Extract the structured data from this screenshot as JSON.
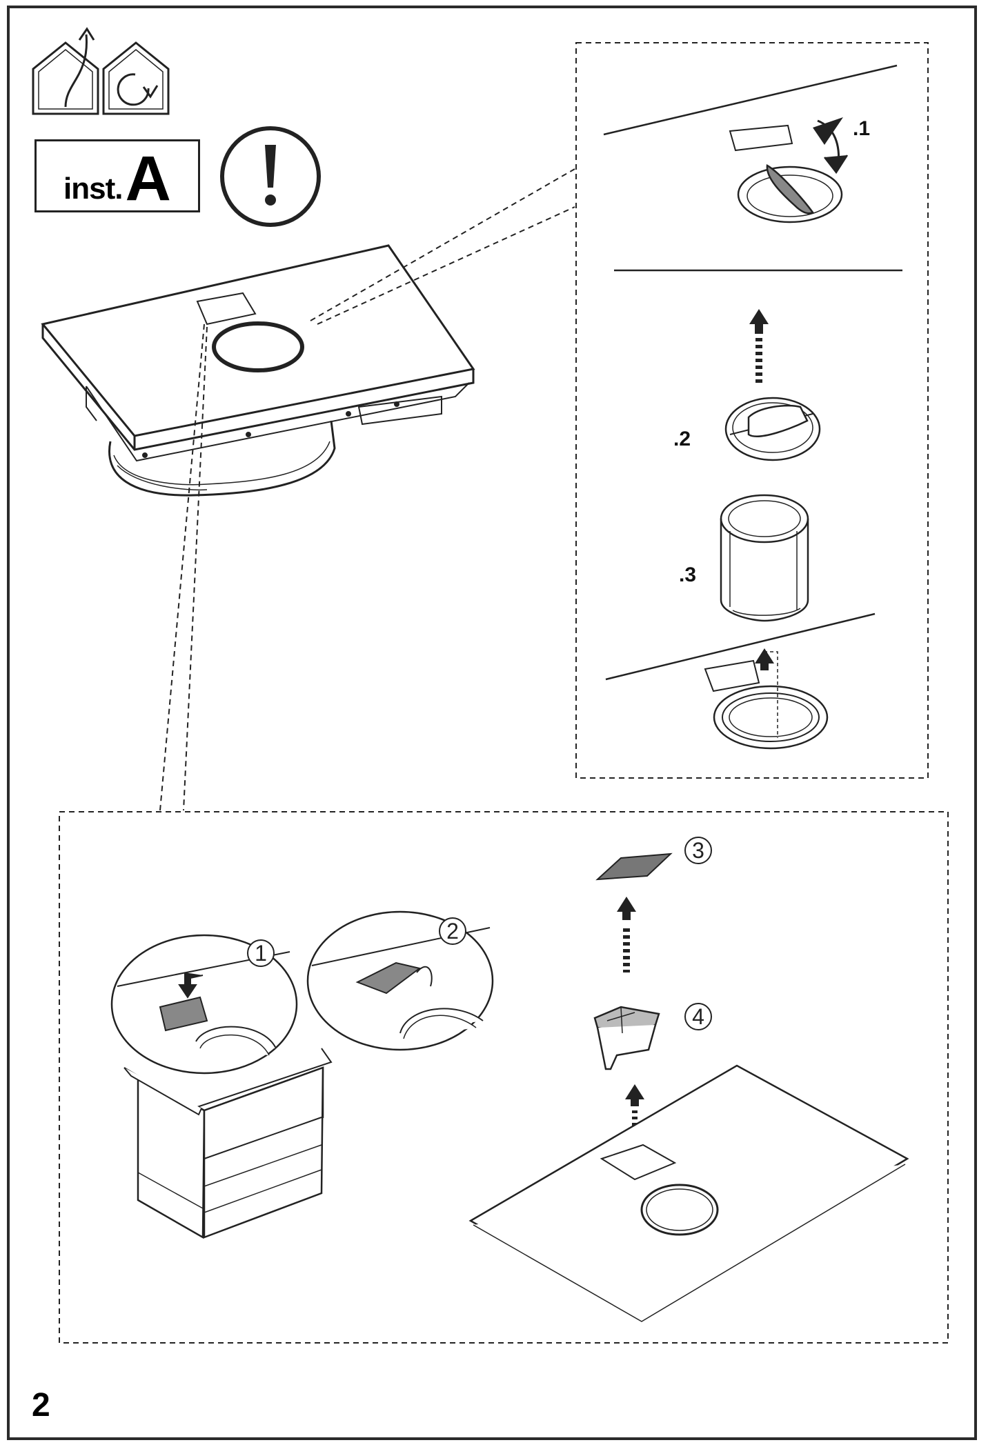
{
  "header": {
    "icons": [
      "house-exhaust-icon",
      "house-recirculation-icon",
      "warning-exclamation-icon"
    ],
    "inst_label_small": "inst.",
    "inst_label_big": "A"
  },
  "detail_panel": {
    "steps": [
      {
        "label": ".1"
      },
      {
        "label": ".2"
      },
      {
        "label": ".3"
      }
    ]
  },
  "lower_panel": {
    "steps": [
      {
        "label": "1"
      },
      {
        "label": "2"
      },
      {
        "label": "3"
      },
      {
        "label": "4"
      }
    ]
  },
  "footer": {
    "page_number": "2"
  }
}
